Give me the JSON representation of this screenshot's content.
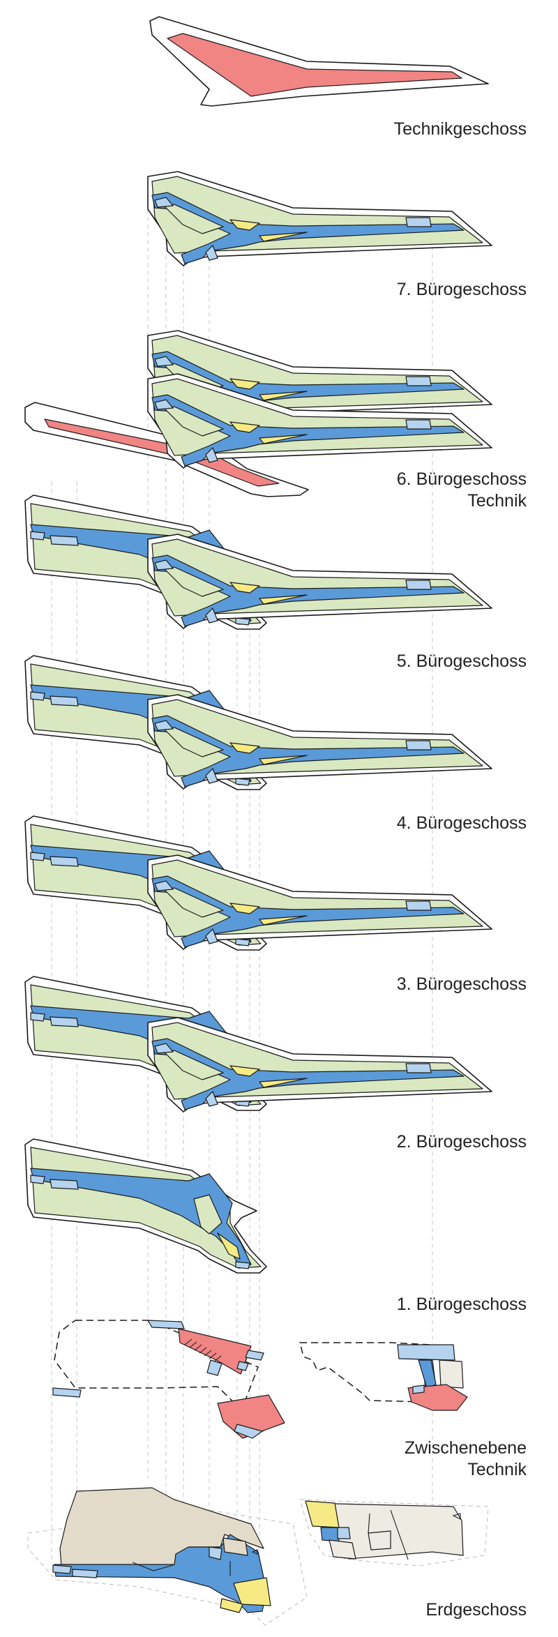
{
  "floors": [
    {
      "id": "technik",
      "lines": [
        "Technikgeschoss"
      ]
    },
    {
      "id": "og7",
      "lines": [
        "7. Bürogeschoss"
      ]
    },
    {
      "id": "og6",
      "lines": [
        "6. Bürogeschoss",
        "Technik"
      ]
    },
    {
      "id": "og5",
      "lines": [
        "5. Bürogeschoss"
      ]
    },
    {
      "id": "og4",
      "lines": [
        "4. Bürogeschoss"
      ]
    },
    {
      "id": "og3",
      "lines": [
        "3. Bürogeschoss"
      ]
    },
    {
      "id": "og2",
      "lines": [
        "2. Bürogeschoss"
      ]
    },
    {
      "id": "og1",
      "lines": [
        "1. Bürogeschoss"
      ]
    },
    {
      "id": "zwischen",
      "lines": [
        "Zwischenebene",
        "Technik"
      ]
    },
    {
      "id": "eg",
      "lines": [
        "Erdgeschoss"
      ]
    }
  ],
  "colors": {
    "office": "#d9e8c0",
    "circulation": "#5a9ad8",
    "core": "#b5d3ee",
    "service": "#f6ea84",
    "technical": "#f08584",
    "ground": "#e3dbc9",
    "ground_light": "#eeebe3"
  }
}
